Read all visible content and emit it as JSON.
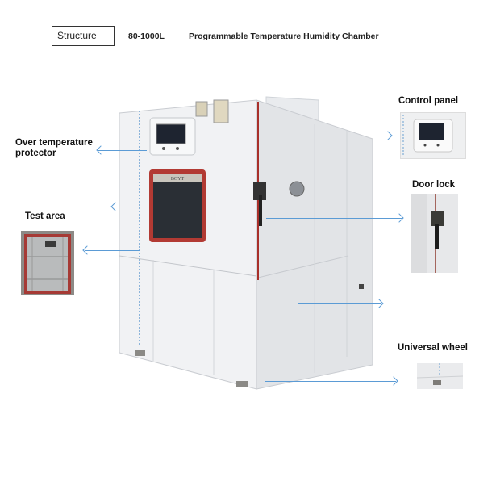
{
  "header": {
    "section_label": "Structure",
    "model": "80-1000L",
    "product_name": "Programmable Temperature Humidity Chamber"
  },
  "callouts": {
    "over_temp": "Over temperature protector",
    "over_temp_line1": "Over temperature",
    "over_temp_line2": "protector",
    "test_area": "Test area",
    "control_panel": "Control panel",
    "door_lock": "Door lock",
    "universal_wheel": "Universal wheel"
  },
  "chamber": {
    "window_brand": "BOYT"
  },
  "colors": {
    "arrow": "#5b9bd5",
    "chamber_body": "#eceef0",
    "door_seal": "#b5302a",
    "screen": "#1e2430"
  }
}
